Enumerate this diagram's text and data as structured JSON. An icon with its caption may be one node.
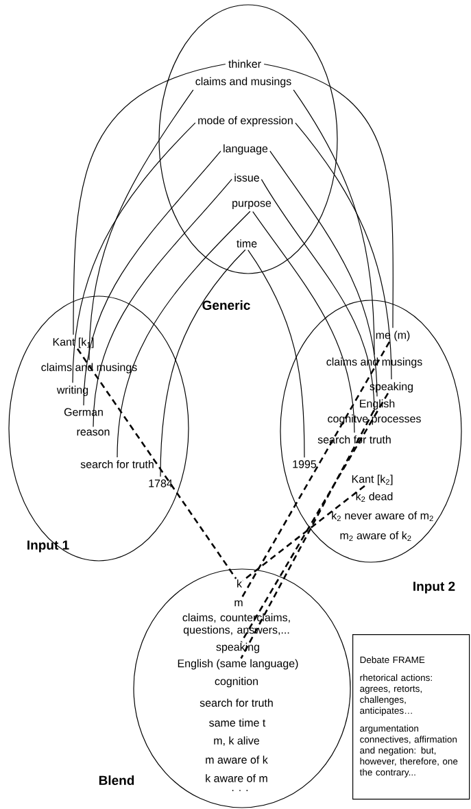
{
  "diagram": {
    "nodes": [
      {
        "text": [
          "Generic"
        ]
      },
      {
        "text": [
          "thinker"
        ],
        "in": 0
      },
      {
        "text": [
          "claims and musings"
        ],
        "in": 0
      },
      {
        "text": [
          "mode of expression"
        ],
        "in": 0
      },
      {
        "text": [
          "language"
        ],
        "in": 0
      },
      {
        "text": [
          "issue"
        ],
        "in": 0
      },
      {
        "text": [
          "purpose"
        ],
        "in": 0
      },
      {
        "text": [
          "time"
        ],
        "in": 0
      },
      {
        "text": [
          "Input 1"
        ]
      },
      {
        "text": [
          "Kant [k$_{1}$]"
        ],
        "in": 8
      },
      {
        "text": [
          "claims and musings"
        ],
        "in": 8
      },
      {
        "text": [
          "writing"
        ],
        "in": 8
      },
      {
        "text": [
          "German"
        ],
        "in": 8
      },
      {
        "text": [
          "reason"
        ],
        "in": 8
      },
      {
        "text": [
          "search for truth"
        ],
        "in": 8
      },
      {
        "text": [
          "1784"
        ],
        "in": 8
      },
      {
        "text": [
          "Input 2"
        ]
      },
      {
        "text": [
          "me (m)"
        ],
        "in": 16
      },
      {
        "text": [
          "claims and musings"
        ],
        "in": 16
      },
      {
        "text": [
          "speaking"
        ],
        "in": 16
      },
      {
        "text": [
          "English"
        ],
        "in": 16
      },
      {
        "text": [
          "cognitve processes"
        ],
        "in": 16
      },
      {
        "text": [
          "search for truth"
        ],
        "in": 16
      },
      {
        "text": [
          "1995"
        ],
        "in": 16
      },
      {
        "text": [
          "Kant [k$_{2}$]"
        ],
        "in": 16
      },
      {
        "text": [
          "k$_{2}$ dead"
        ],
        "in": 16
      },
      {
        "text": [
          "k$_{2}$ never aware of m$_{2}$"
        ],
        "in": 16
      },
      {
        "text": [
          "m$_{2}$ aware of k$_{2}$"
        ],
        "in": 16
      },
      {
        "text": [
          "Blend"
        ]
      },
      {
        "text": [
          "k"
        ],
        "in": 28
      },
      {
        "text": [
          "m"
        ],
        "in": 28
      },
      {
        "text": [
          "claims, counterclaims, questions, answers,..."
        ],
        "in": 28
      },
      {
        "text": [
          "speaking"
        ],
        "in": 28
      },
      {
        "text": [
          "English (same language)"
        ],
        "in": 28
      },
      {
        "text": [
          "cognition"
        ],
        "in": 28
      },
      {
        "text": [
          "search for truth"
        ],
        "in": 28
      },
      {
        "text": [
          "same time t"
        ],
        "in": 28
      },
      {
        "text": [
          "m, k alive"
        ],
        "in": 28
      },
      {
        "text": [
          "m aware of k"
        ],
        "in": 28
      },
      {
        "text": [
          "k aware of m"
        ],
        "in": 28
      },
      {
        "text": [
          ". . ."
        ],
        "in": 28
      },
      {
        "text": [
          "Debate FRAME",
          "rhetorical actions: agrees, retorts, challenges, anticipates…",
          "argumentation connectives, affirmation and negation: but, however, therefore, one the contrary..."
        ]
      }
    ],
    "edges": [
      {
        "from": 1,
        "to": 9,
        "arrow": "none"
      },
      {
        "from": 1,
        "to": 17,
        "arrow": "none"
      },
      {
        "from": 2,
        "to": 10,
        "arrow": "none"
      },
      {
        "from": 2,
        "to": 18,
        "arrow": "none"
      },
      {
        "from": 3,
        "to": 11,
        "arrow": "none"
      },
      {
        "from": 3,
        "to": 19,
        "arrow": "none"
      },
      {
        "from": 4,
        "to": 12,
        "arrow": "none"
      },
      {
        "from": 4,
        "to": 20,
        "arrow": "none"
      },
      {
        "from": 5,
        "to": 13,
        "arrow": "none"
      },
      {
        "from": 5,
        "to": 21,
        "arrow": "none"
      },
      {
        "from": 6,
        "to": 14,
        "arrow": "none"
      },
      {
        "from": 6,
        "to": 22,
        "arrow": "none"
      },
      {
        "from": 7,
        "to": 15,
        "arrow": "none"
      },
      {
        "from": 7,
        "to": 23,
        "arrow": "none"
      },
      {
        "from": 9,
        "to": 29,
        "arrow": "none",
        "style": "dashed"
      },
      {
        "from": 24,
        "to": 29,
        "arrow": "none",
        "style": "dashed"
      },
      {
        "from": 17,
        "to": 30,
        "arrow": "none",
        "style": "dashed"
      },
      {
        "from": 19,
        "to": 32,
        "arrow": "none",
        "style": "dashed"
      },
      {
        "from": 20,
        "to": 33,
        "arrow": "none",
        "style": "dashed"
      }
    ]
  }
}
